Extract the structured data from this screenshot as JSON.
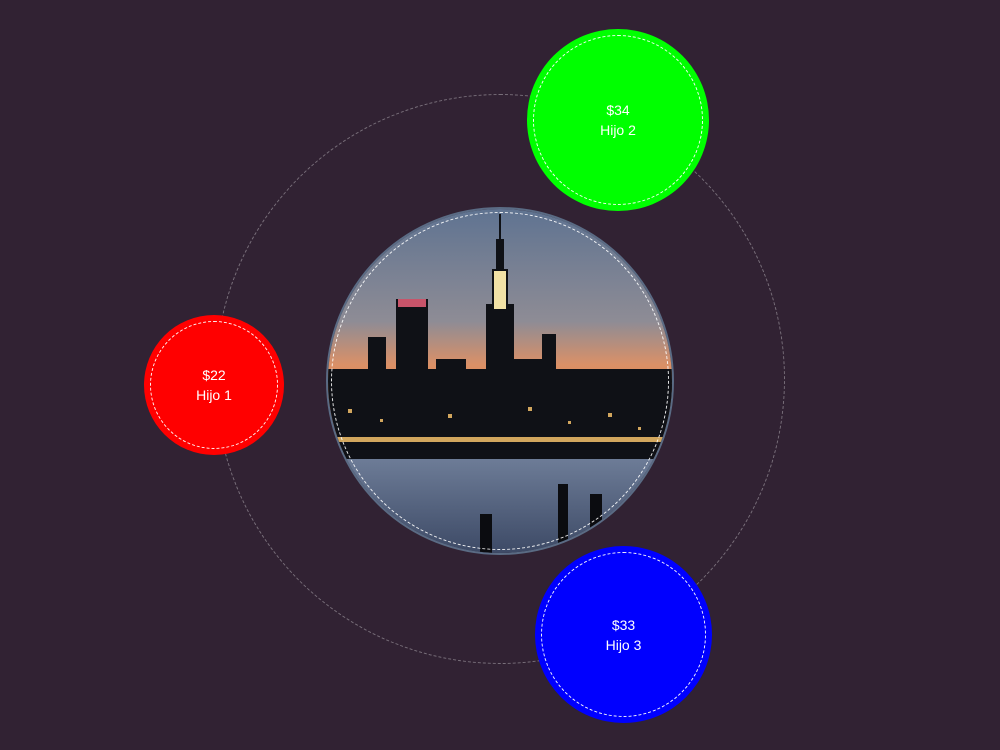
{
  "center": {
    "image_description_icon": "city-skyline-at-dusk-icon"
  },
  "children": [
    {
      "amount": "$22",
      "label": "Hijo 1",
      "color": "#ff0000"
    },
    {
      "amount": "$34",
      "label": "Hijo 2",
      "color": "#00ff00"
    },
    {
      "amount": "$33",
      "label": "Hijo 3",
      "color": "#0000ff"
    }
  ],
  "colors": {
    "background": "#312233",
    "orbit": "#8a7f8c",
    "center_border": "#5a6b84"
  }
}
